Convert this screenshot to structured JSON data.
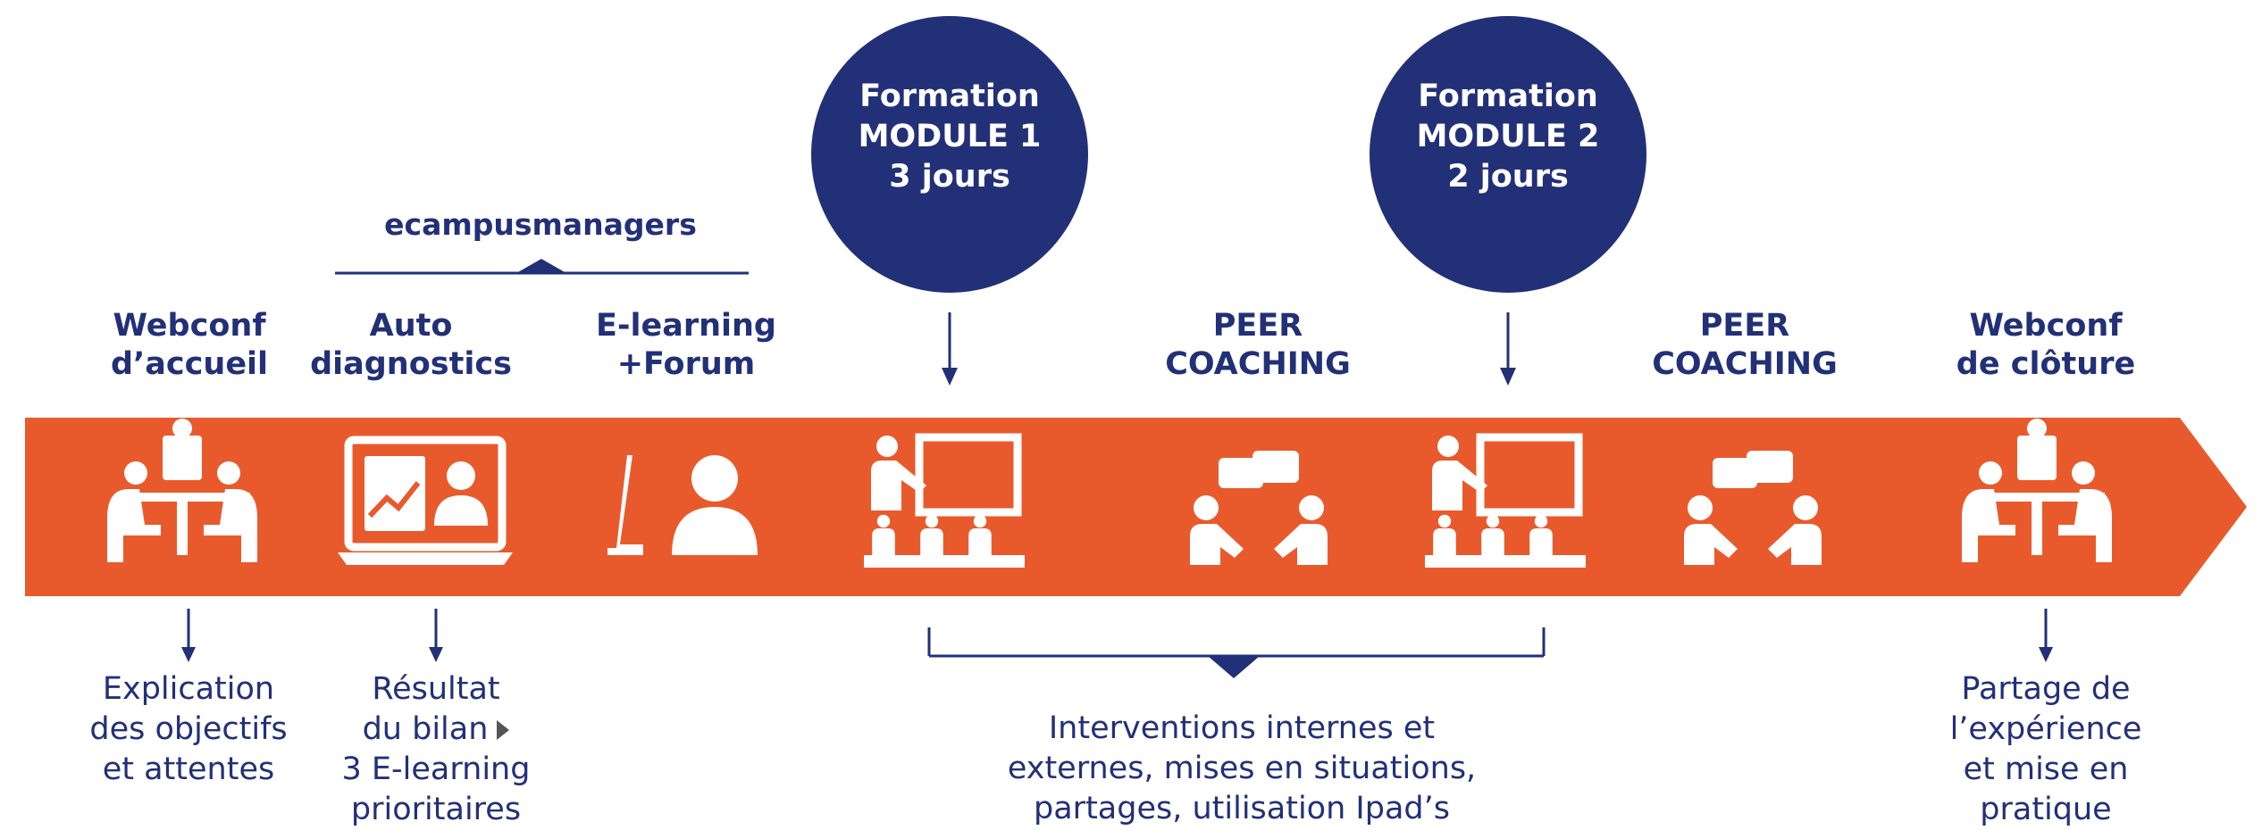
{
  "circles": [
    {
      "line1": "Formation",
      "line2": "MODULE 1",
      "line3": "3 jours"
    },
    {
      "line1": "Formation",
      "line2": "MODULE 2",
      "line3": "2 jours"
    }
  ],
  "platform": "ecampusmanagers",
  "steps": [
    {
      "line1": "Webconf",
      "line2": "d’accueil"
    },
    {
      "line1": "Auto",
      "line2": "diagnostics"
    },
    {
      "line1": "E-learning",
      "line2": "+Forum"
    },
    {
      "line1": "PEER",
      "line2": "COACHING"
    },
    {
      "line1": "PEER",
      "line2": "COACHING"
    },
    {
      "line1": "Webconf",
      "line2": "de clôture"
    }
  ],
  "outcomes": {
    "welcome": [
      "Explication",
      "des objectifs",
      "et attentes"
    ],
    "diagnostics": [
      "Résultat",
      "du bilan",
      "3 E-learning",
      "prioritaires"
    ],
    "interventions": [
      "Interventions internes et",
      "externes, mises en situations,",
      "partages, utilisation Ipad’s"
    ],
    "closing": [
      "Partage de",
      "l’expérience",
      "et mise en",
      "pratique"
    ]
  },
  "icons": [
    "meeting-icon",
    "laptop-diagnostic-icon",
    "elearning-user-icon",
    "classroom-icon",
    "peer-coaching-icon",
    "classroom-icon",
    "peer-coaching-icon",
    "meeting-icon"
  ],
  "colors": {
    "arrow": "#E85A2C",
    "navy": "#223078",
    "white": "#FFFFFF"
  }
}
